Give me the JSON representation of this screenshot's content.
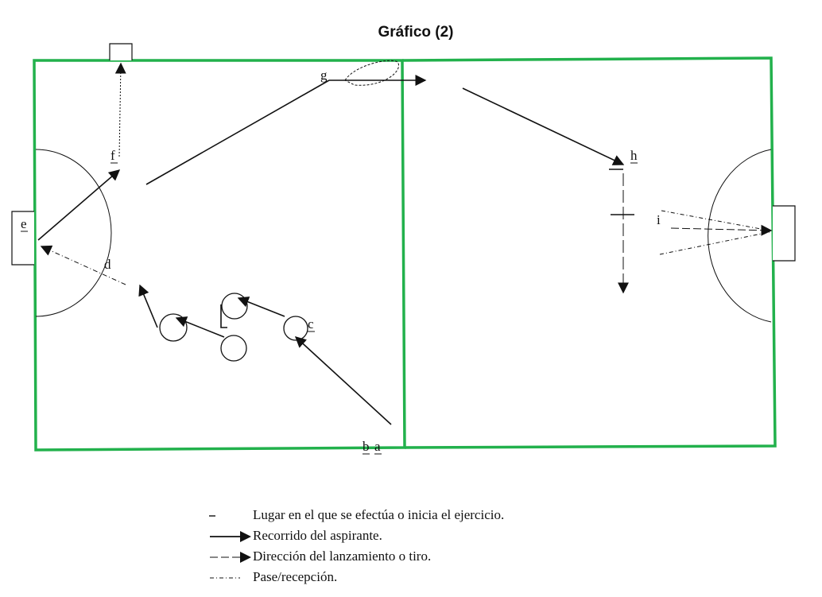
{
  "title": "Gráfico (2)",
  "colors": {
    "field": "#22b14c",
    "ink": "#111111"
  },
  "labels": {
    "g": "g",
    "f": "f",
    "e": "e",
    "d": "d",
    "c": "c",
    "h": "h",
    "i": "i",
    "b": "b",
    "a": "a"
  },
  "legend": [
    {
      "symbol": "dash-marker",
      "text": "Lugar en el que se efectúa o inicia el ejercicio."
    },
    {
      "symbol": "solid-arrow",
      "text": "Recorrido del aspirante."
    },
    {
      "symbol": "dashed-arrow",
      "text": "Dirección del lanzamiento o tiro."
    },
    {
      "symbol": "dash-dot-line",
      "text": "Pase/recepción."
    }
  ]
}
